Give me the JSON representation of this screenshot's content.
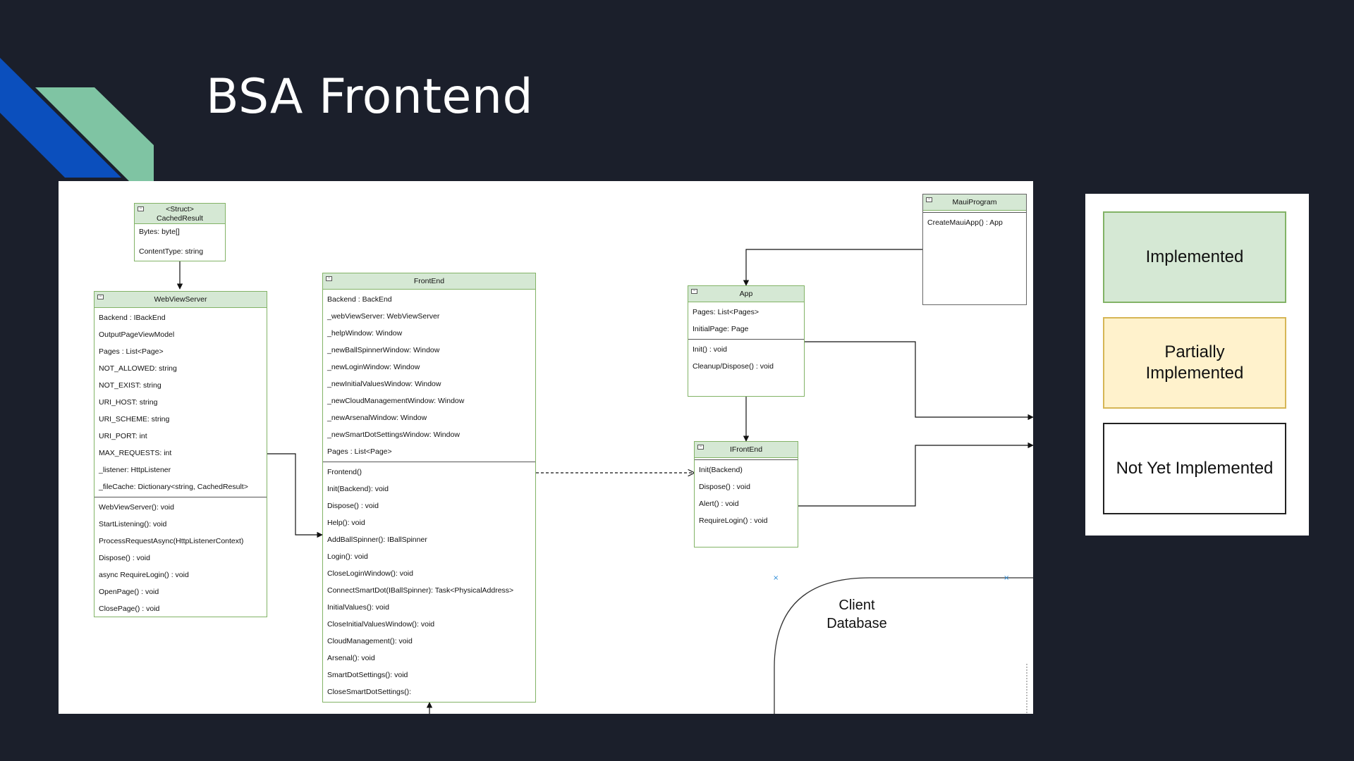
{
  "slide": {
    "title": "BSA Frontend"
  },
  "classes": {
    "cachedresult": {
      "stereotype": "<Struct>",
      "name": "CachedResult",
      "fields": [
        "Bytes: byte[]",
        "",
        "ContentType: string"
      ]
    },
    "webviewserver": {
      "name": "WebViewServer",
      "fields": [
        "Backend : IBackEnd",
        "OutputPageViewModel",
        "Pages : List<Page>",
        "NOT_ALLOWED: string",
        "NOT_EXIST: string",
        "URI_HOST: string",
        "URI_SCHEME: string",
        "URI_PORT: int",
        "MAX_REQUESTS: int",
        "_listener: HttpListener",
        "_fileCache: Dictionary<string, CachedResult>"
      ],
      "methods": [
        "WebViewServer(): void",
        "StartListening(): void",
        "ProcessRequestAsync(HttpListenerContext)",
        "Dispose() : void",
        "async RequireLogin() : void",
        "OpenPage() : void",
        "ClosePage() : void"
      ]
    },
    "frontend": {
      "name": "FrontEnd",
      "fields": [
        "Backend : BackEnd",
        "_webViewServer: WebViewServer",
        "_helpWindow: Window",
        "_newBallSpinnerWindow: Window",
        "_newLoginWindow: Window",
        "_newInitialValuesWindow: Window",
        "_newCloudManagementWindow: Window",
        "_newArsenalWindow: Window",
        "_newSmartDotSettingsWindow: Window",
        "Pages : List<Page>"
      ],
      "methods": [
        "Frontend()",
        "Init(Backend): void",
        "Dispose() : void",
        "Help(): void",
        "AddBallSpinner(): IBallSpinner",
        "Login(): void",
        "CloseLoginWindow(): void",
        "ConnectSmartDot(IBallSpinner): Task<PhysicalAddress>",
        "InitialValues(): void",
        "CloseInitialValuesWindow(): void",
        "CloudManagement(): void",
        "Arsenal(): void",
        "SmartDotSettings(): void",
        "CloseSmartDotSettings():"
      ]
    },
    "app": {
      "name": "App",
      "fields": [
        "Pages: List<Pages>",
        "InitialPage: Page"
      ],
      "methods": [
        "Init() : void",
        "Cleanup/Dispose() : void"
      ]
    },
    "ifrontend": {
      "name": "IFrontEnd",
      "methods": [
        "Init(Backend)",
        "Dispose() : void",
        "Alert() : void",
        "RequireLogin() : void"
      ]
    },
    "mauiprogram": {
      "name": "MauiProgram",
      "methods": [
        "CreateMauiApp() : App"
      ]
    }
  },
  "database": {
    "line1": "Client",
    "line2": "Database"
  },
  "legend": {
    "implemented": "Implemented",
    "partial_line1": "Partially",
    "partial_line2": "Implemented",
    "not_implemented": "Not Yet Implemented"
  },
  "colors": {
    "background": "#1b1f2b",
    "implemented_fill": "#d5e8d4",
    "implemented_border": "#82b366",
    "partial_fill": "#fff2cc",
    "partial_border": "#d6b656",
    "deco_blue": "#0b4fbd",
    "deco_green": "#7fc4a3"
  }
}
